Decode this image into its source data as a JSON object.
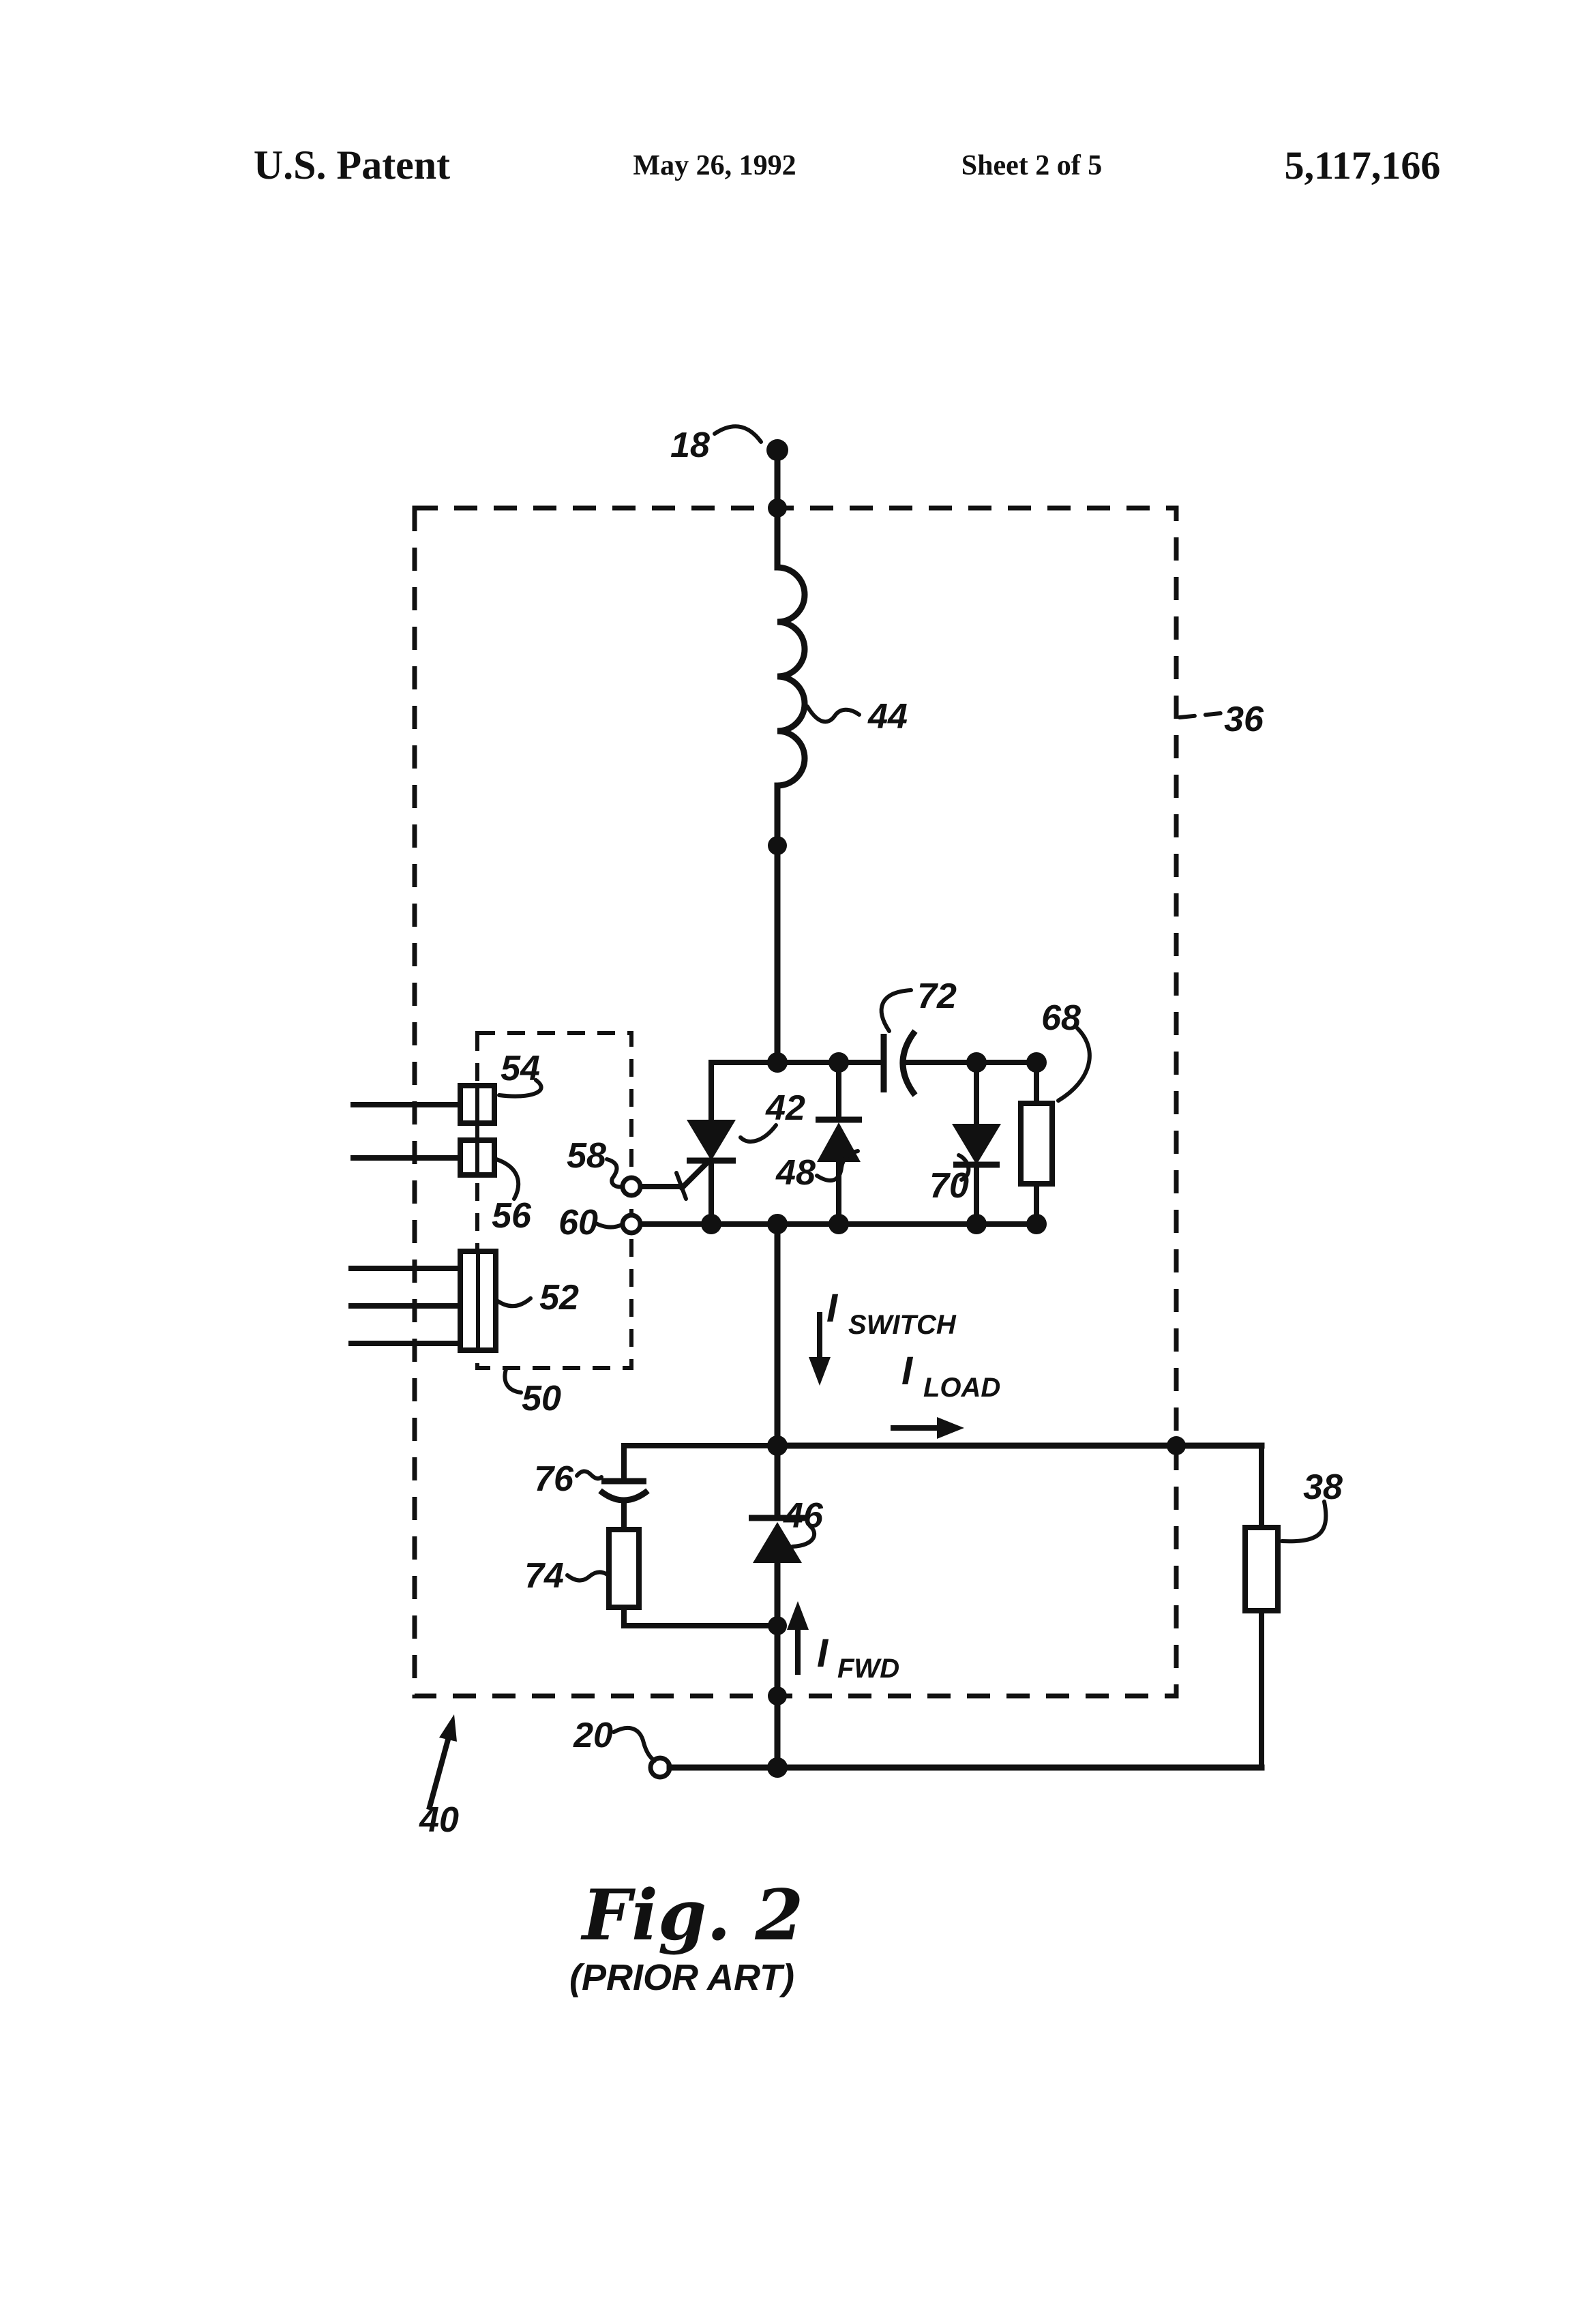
{
  "page": {
    "paper_color": "#ffffff",
    "ink_color": "#111111"
  },
  "header": {
    "title": "U.S. Patent",
    "date": "May 26, 1992",
    "sheet": "Sheet 2 of 5",
    "patent_number": "5,117,166"
  },
  "figure": {
    "caption": "Fig. 2",
    "subcaption": "(PRIOR ART)",
    "refs": {
      "n18": "18",
      "n20": "20",
      "n36": "36",
      "n38": "38",
      "n40": "40",
      "n42": "42",
      "n44": "44",
      "n46": "46",
      "n48": "48",
      "n50": "50",
      "n52": "52",
      "n54": "54",
      "n56": "56",
      "n58": "58",
      "n60": "60",
      "n68": "68",
      "n70": "70",
      "n72": "72",
      "n74": "74",
      "n76": "76"
    },
    "currents": {
      "switch": {
        "symbol": "I",
        "subscript": "SWITCH"
      },
      "load": {
        "symbol": "I",
        "subscript": "LOAD"
      },
      "fwd": {
        "symbol": "I",
        "subscript": "FWD"
      }
    }
  }
}
